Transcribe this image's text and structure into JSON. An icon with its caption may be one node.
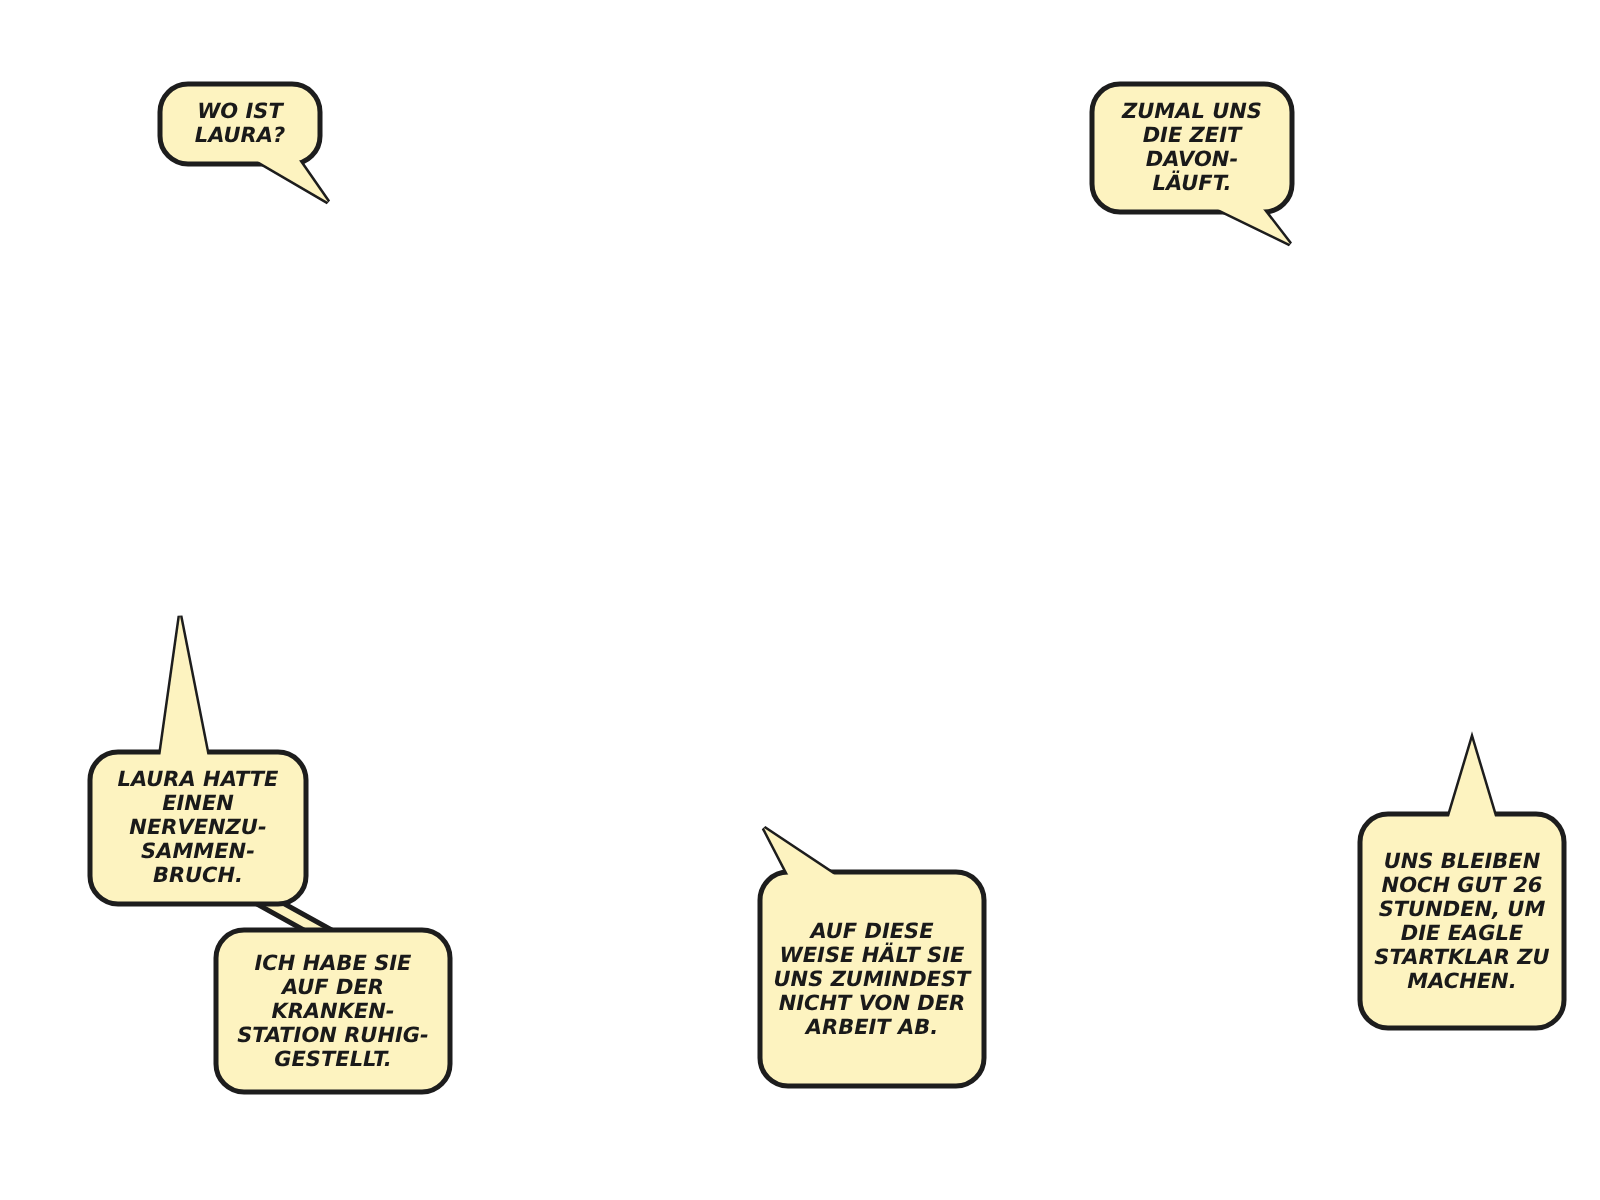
{
  "diagram": {
    "nodes": [
      {
        "text": [
          "WO IST LAURA?"
        ]
      },
      {
        "text": [
          "ZUMAL UNS DIE ZEIT DAVON- LÄUFT."
        ]
      },
      {
        "text": [
          "LAURA HATTE EINEN NERVENZU- SAMMEN- BRUCH."
        ]
      },
      {
        "text": [
          "ICH HABE SIE AUF DER KRANKEN- STATION RUHIG- GESTELLT."
        ]
      },
      {
        "text": [
          "AUF DIESE WEISE HÄLT SIE UNS ZUMINDEST NICHT VON DER ARBEIT AB."
        ]
      },
      {
        "text": [
          "UNS BLEIBEN NOCH GUT 26 STUNDEN, UM DIE EAGLE STARTKLAR ZU MACHEN."
        ]
      }
    ],
    "edges": [
      {
        "from": 2,
        "to": 3,
        "arrow": "none"
      }
    ]
  }
}
